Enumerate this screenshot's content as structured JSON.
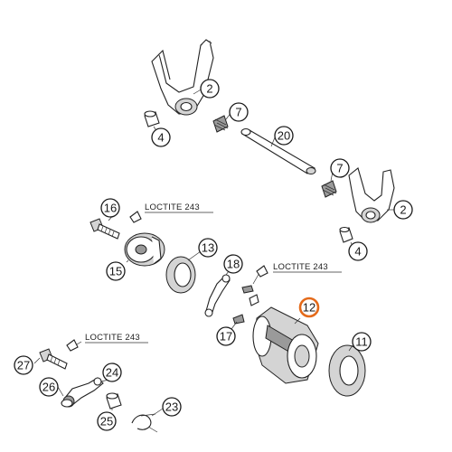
{
  "diagram": {
    "highlight_color": "#e46a1a",
    "callouts": [
      {
        "id": "c2a",
        "label": "2"
      },
      {
        "id": "c4a",
        "label": "4"
      },
      {
        "id": "c7a",
        "label": "7"
      },
      {
        "id": "c20",
        "label": "20"
      },
      {
        "id": "c7b",
        "label": "7"
      },
      {
        "id": "c2b",
        "label": "2"
      },
      {
        "id": "c4b",
        "label": "4"
      },
      {
        "id": "c16",
        "label": "16"
      },
      {
        "id": "c13",
        "label": "13"
      },
      {
        "id": "c18",
        "label": "18"
      },
      {
        "id": "c15",
        "label": "15"
      },
      {
        "id": "c12",
        "label": "12",
        "highlighted": true
      },
      {
        "id": "c17",
        "label": "17"
      },
      {
        "id": "c11",
        "label": "11"
      },
      {
        "id": "c27",
        "label": "27"
      },
      {
        "id": "c24",
        "label": "24"
      },
      {
        "id": "c26",
        "label": "26"
      },
      {
        "id": "c23",
        "label": "23"
      },
      {
        "id": "c25",
        "label": "25"
      }
    ],
    "notes": [
      {
        "id": "n1",
        "text": "LOCTITE 243"
      },
      {
        "id": "n2",
        "text": "LOCTITE 243"
      },
      {
        "id": "n3",
        "text": "LOCTITE 243"
      }
    ]
  }
}
